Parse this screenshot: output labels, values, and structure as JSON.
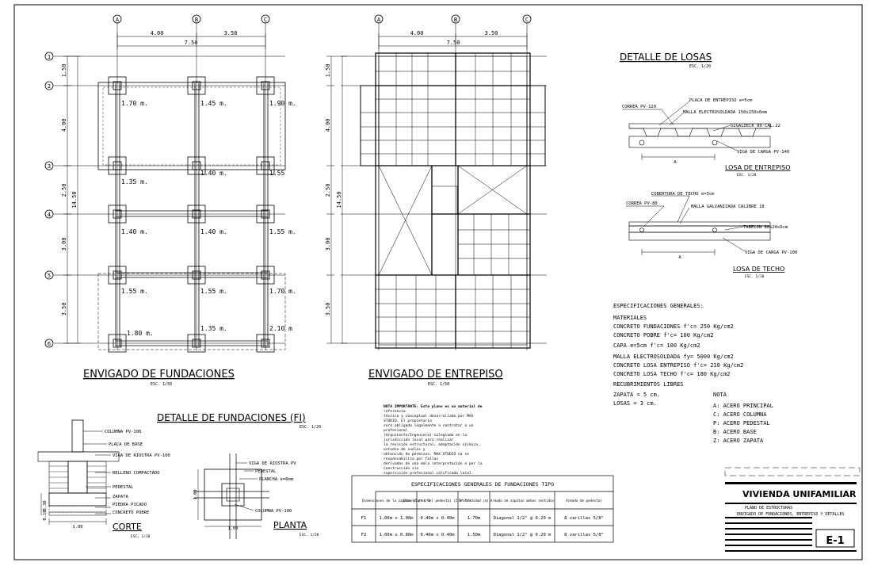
{
  "grid_axes": {
    "letters": [
      "A",
      "B",
      "C"
    ],
    "numbers": [
      "1",
      "2",
      "3",
      "4",
      "5",
      "6"
    ]
  },
  "dims": {
    "span1": "4.00",
    "span2": "3.50",
    "total": "7.50",
    "vertical": [
      "1.50",
      "4.00",
      "2.50",
      "3.00",
      "3.50"
    ],
    "vertical_total": "14.50"
  },
  "depth_labels": [
    "1.70 m.",
    "1.45 m.",
    "1.90 m.",
    "1.35 m.",
    "1.40 m.",
    "1.55",
    "1.40 m.",
    "1.40 m.",
    "1.55 m.",
    "1.55 m.",
    "1.55 m.",
    "1.70 m.",
    "1.80 m.",
    "1.35 m.",
    "2.10 m"
  ],
  "views": {
    "fundaciones_title": "ENVIGADO DE FUNDACIONES",
    "fundaciones_scale": "ESC. 1/50",
    "entrepiso_title": "ENVIGADO DE ENTREPISO",
    "entrepiso_scale": "ESC. 1/50"
  },
  "losas": {
    "title": "DETALLE DE LOSAS",
    "scale": "ESC. 1/20",
    "entrepiso_labels": [
      "PLACA DE ENTREPISO e=5cm",
      "CORREA PV-120",
      "MALLA ELECTROSOLDADA 150x150x6mm",
      "SIGALDECK 80 CAL.22",
      "VIGA DE CARGA PV-140"
    ],
    "entrepiso_dim": "A",
    "entrepiso_caption": "LOSA DE ENTREPISO",
    "entrepiso_scale": "ESC. 1/20",
    "techo_labels": [
      "COBERTURA DE TECHO e=3cm",
      "CORREA PV-80",
      "MALLA GALVANIZADA CALIBRE 18",
      "TABELON 80x20x6cm",
      "VIGA DE CARGA PV-100"
    ],
    "techo_dim": "A",
    "techo_caption": "LOSA DE TECHO",
    "techo_scale": "ESC. 1/20"
  },
  "specs": {
    "title": "ESPECIFICACIONES GENERALES:",
    "lines": [
      "MATERIALES",
      "CONCRETO FUNDACIONES f'c= 250 Kg/cm2",
      "CONCRETO POBRE f'c= 100 Kg/cm2",
      "CAPA e=5cm f'c= 100 Kg/cm2",
      "MALLA ELECTROSOLDADA fy= 5000 Kg/cm2",
      "CONCRETO LOSA ENTREPISO f'c= 210 Kg/cm2",
      "CONCRETO LOSA TECHO f'c= 180 Kg/cm2",
      "RECUBRIMIENTOS LIBRES",
      "ZAPATA = 5 cm.",
      "LOSAS = 3 cm."
    ],
    "nota_title": "NOTA",
    "nota_lines": [
      "A: ACERO PRINCIPAL",
      "C: ACERO COLUMNA",
      "P: ACERO PEDESTAL",
      "B: ACERO BASE",
      "Z: ACERO ZAPATA"
    ]
  },
  "detalle_fund": {
    "title": "DETALLE DE FUNDACIONES (FI)",
    "scale": "ESC. 1/20",
    "corte_labels": [
      "COLUMNA PV-100",
      "PLACA DE BASE",
      "VIGA DE RIOSTRA PV-100",
      "RELLENO COMPACTADO",
      "PEDESTAL",
      "ZAPATA",
      "PIEDRA PICADO",
      "CONCRETO POBRE"
    ],
    "corte_dims": [
      "1.00",
      "0.30",
      "0.10"
    ],
    "corte_title": "CORTE",
    "corte_scale": "ESC. 1/20",
    "planta_labels": [
      "VIGA DE RIOSTRA PV",
      "PEDESTAL",
      "PLANCHA e=6mm",
      "COLUMNA PV-100"
    ],
    "planta_dims": [
      "1.00",
      "1.00"
    ],
    "planta_title": "PLANTA",
    "planta_scale": "ESC. 1/20"
  },
  "nota_importante": [
    "NOTA IMPORTANTE: Este plano es un material de",
    "referencia",
    "técnico y conceptual desarrollado por MAX",
    "STUDIO. El propietario",
    "será obligado legalmente a contratar a un",
    "profesional",
    "(Arquitecto/Ingeniero) colegiado en la",
    "jurisdicción local para realizar",
    "la revisión estructural, adaptación sísmica,",
    "estudio de suelos y",
    "obtención de permisos. MAX STUDIO no se",
    "responsabiliza por fallas",
    "derivadas de una mala interpretación o por la",
    "construcción sin",
    "supervisión profesional calificada local."
  ],
  "table": {
    "title": "ESPECIFICACIONES GENERALES DE FUNDACIONES TIPO",
    "headers": [
      "",
      "Dimensiones de la zapata (Z a* b*)",
      "Dimensiones del pedestal (Z a* b*)",
      "Profundidad (m)",
      "Armado de zapatas ambos sentidos",
      "Armado de pedestal"
    ],
    "rows": [
      [
        "F1",
        "1.00m x 1.00m",
        "0.40m x 0.40m",
        "1.70m",
        "Diagonal 1/2\" @ 0.20 m",
        "8 varillas 5/8\""
      ],
      [
        "F2",
        "1.00m x 0.80m",
        "0.40m x 0.40m",
        "1.50m",
        "Diagonal 1/2\" @ 0.20 m",
        "8 varillas 5/8\""
      ]
    ]
  },
  "title_block": {
    "project": "VIVIENDA UNIFAMILIAR",
    "subtitle": "PLANO DE ESTRUCTURAS",
    "desc": "ENVIGADO DE FUNDACIONES, ENTREPISO Y DETALLES",
    "sheet": "E-1"
  },
  "colors": {
    "line": "#000000",
    "background": "#ffffff"
  }
}
